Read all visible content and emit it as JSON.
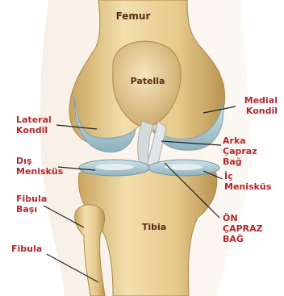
{
  "labels": {
    "femur": "Femur",
    "patella": "Patella",
    "medial_kondil": [
      "Medial",
      "Kondil"
    ],
    "lateral_kondil": [
      "Lateral",
      "Kondil"
    ],
    "arka_capraz_bag": [
      "Arka",
      "Çapraz",
      "Bağ"
    ],
    "dis_menisküs": [
      "Dış",
      "Menisküs"
    ],
    "ic_menisküs": [
      "İç",
      "Menisküs"
    ],
    "fibula_basi": [
      "Fibula",
      "Başı"
    ],
    "tibia": "Tibia",
    "on_capraz_bag": [
      "ÖN",
      "ÇAPRAZ",
      "BAĞ"
    ],
    "fibula": "Fibula"
  },
  "colors": {
    "label_red": "#b3282d",
    "label_dark": "#5a2a1a",
    "bone": "#e8cf96",
    "bone_shadow": "#c9a560",
    "cartilage": "#a9c7cf",
    "ligament": "#d9dde0",
    "leader_line": "#222222"
  }
}
